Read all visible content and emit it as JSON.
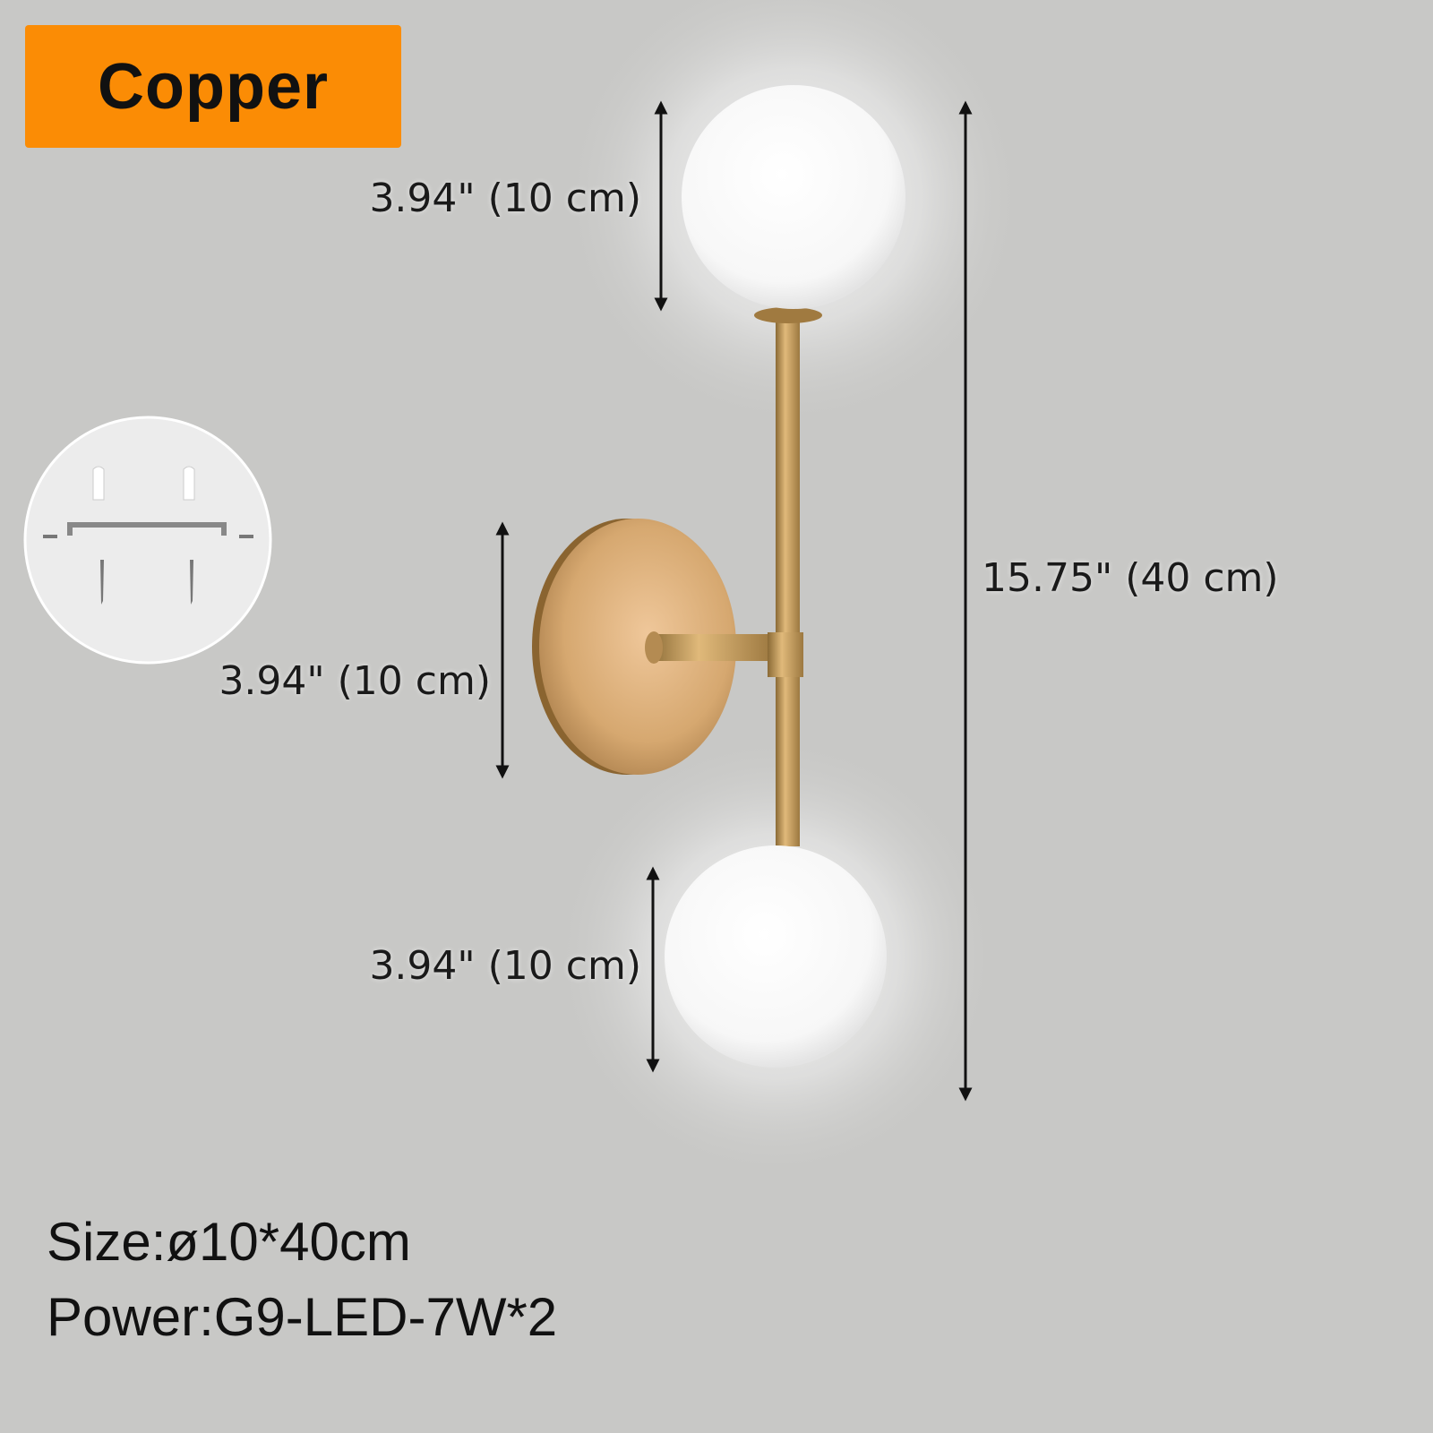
{
  "badge": {
    "label": "Copper",
    "color": "#fb8c05"
  },
  "dimensions": {
    "top_globe": "3.94\" (10 cm)",
    "backplate": "3.94\" (10 cm)",
    "bottom_globe": "3.94\" (10 cm)",
    "total_height": "15.75\" (40 cm)"
  },
  "specs": {
    "size": "Size:ø10*40cm",
    "power": "Power:G9-LED-7W*2"
  },
  "inset": {
    "icon": "mounting-hardware-icon"
  }
}
